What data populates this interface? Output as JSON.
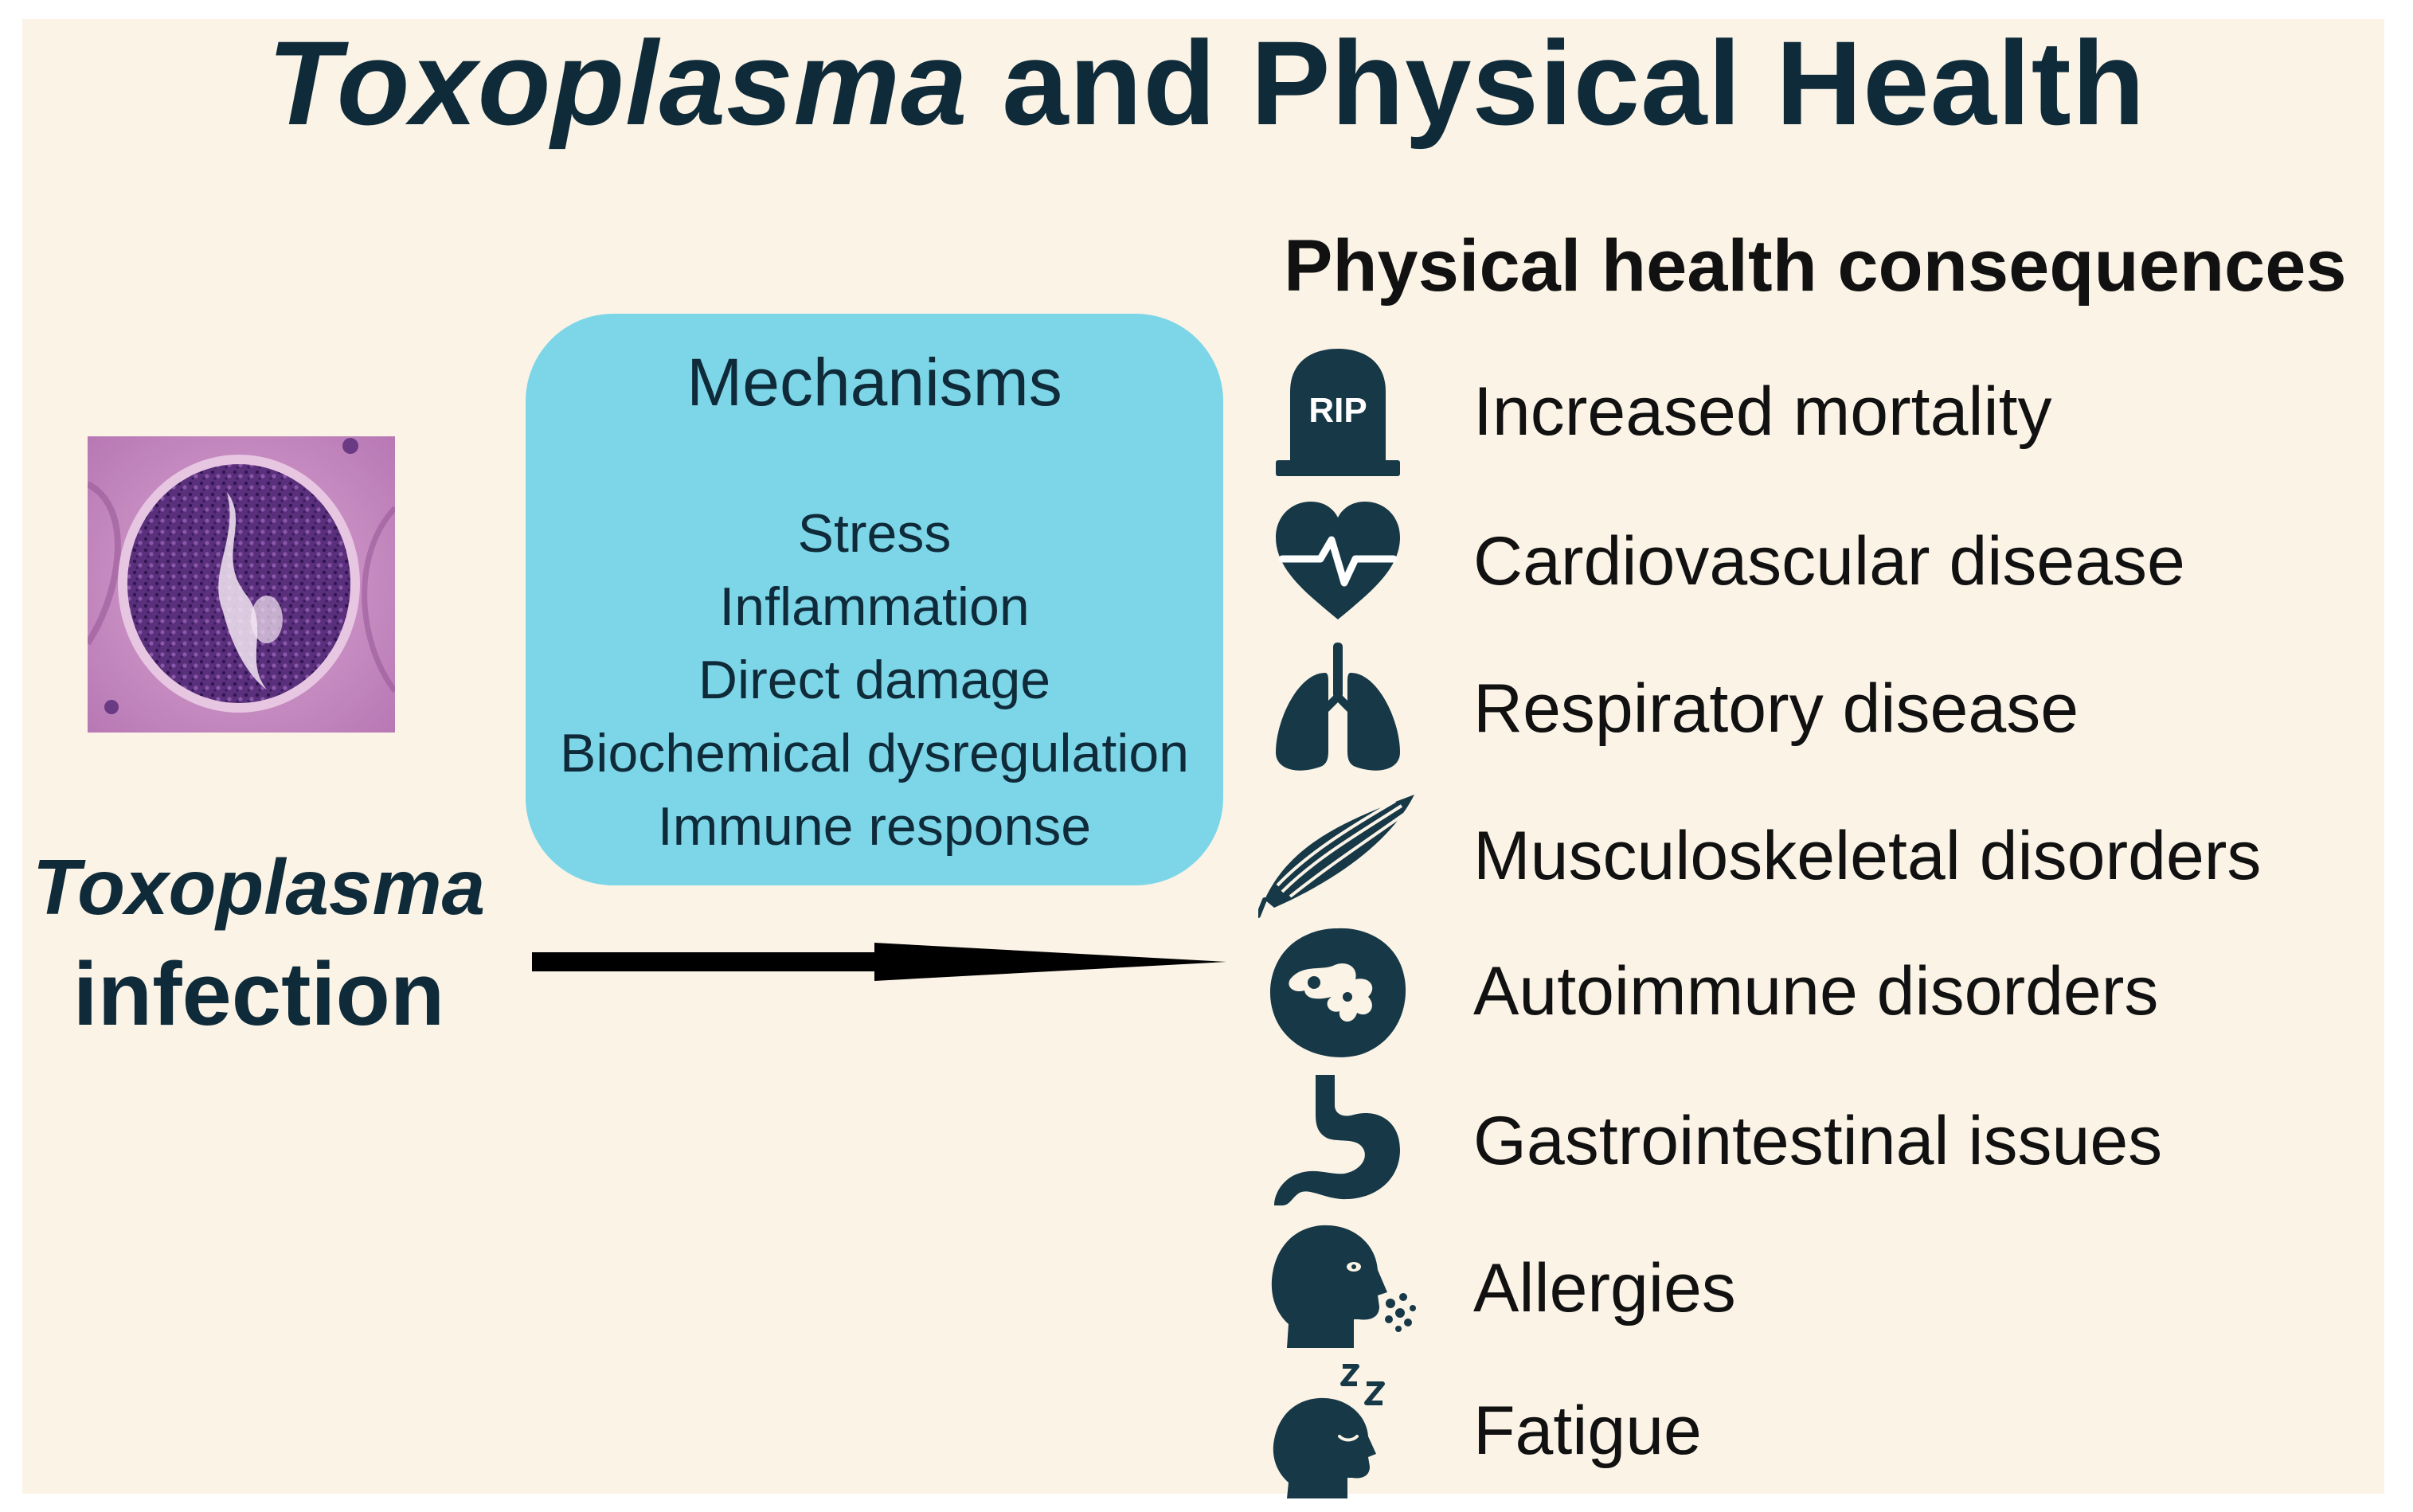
{
  "title": {
    "italic_part": "Toxoplasma",
    "rest": " and Physical Health"
  },
  "infection_label": {
    "line1": "Toxoplasma",
    "line2": "infection"
  },
  "mechanisms": {
    "title": "Mechanisms",
    "items": [
      "Stress",
      "Inflammation",
      "Direct damage",
      "Biochemical dysregulation",
      "Immune response"
    ]
  },
  "consequences": {
    "heading": "Physical health consequences",
    "rip_text": "RIP",
    "items": [
      {
        "label": "Increased mortality",
        "icon": "tombstone-icon"
      },
      {
        "label": "Cardiovascular disease",
        "icon": "heart-icon"
      },
      {
        "label": "Respiratory disease",
        "icon": "lungs-icon"
      },
      {
        "label": "Musculoskeletal disorders",
        "icon": "muscle-icon"
      },
      {
        "label": "Autoimmune disorders",
        "icon": "autoimmune-cell-icon"
      },
      {
        "label": "Gastrointestinal issues",
        "icon": "stomach-icon"
      },
      {
        "label": "Allergies",
        "icon": "sneezing-head-icon"
      },
      {
        "label": "Fatigue",
        "icon": "sleeping-head-icon"
      }
    ]
  },
  "colors": {
    "background": "#fbf3e6",
    "title_navy": "#0f2b3a",
    "mechanism_box": "#7dd6e8",
    "icon_fill": "#163847",
    "cell_pink": "#c98cc6",
    "cell_purple": "#4f2a73"
  }
}
